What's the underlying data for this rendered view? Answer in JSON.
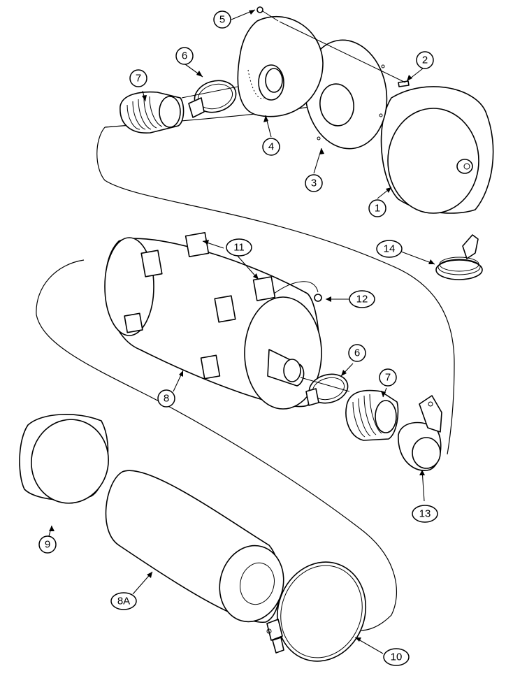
{
  "callouts": [
    {
      "id": "c1",
      "label": "1"
    },
    {
      "id": "c2",
      "label": "2"
    },
    {
      "id": "c3",
      "label": "3"
    },
    {
      "id": "c4",
      "label": "4"
    },
    {
      "id": "c5",
      "label": "5"
    },
    {
      "id": "c6a",
      "label": "6"
    },
    {
      "id": "c7a",
      "label": "7"
    },
    {
      "id": "c6b",
      "label": "6"
    },
    {
      "id": "c7b",
      "label": "7"
    },
    {
      "id": "c8",
      "label": "8"
    },
    {
      "id": "c8a",
      "label": "8A"
    },
    {
      "id": "c9",
      "label": "9"
    },
    {
      "id": "c10",
      "label": "10"
    },
    {
      "id": "c11",
      "label": "11"
    },
    {
      "id": "c12",
      "label": "12"
    },
    {
      "id": "c13",
      "label": "13"
    },
    {
      "id": "c14",
      "label": "14"
    }
  ]
}
